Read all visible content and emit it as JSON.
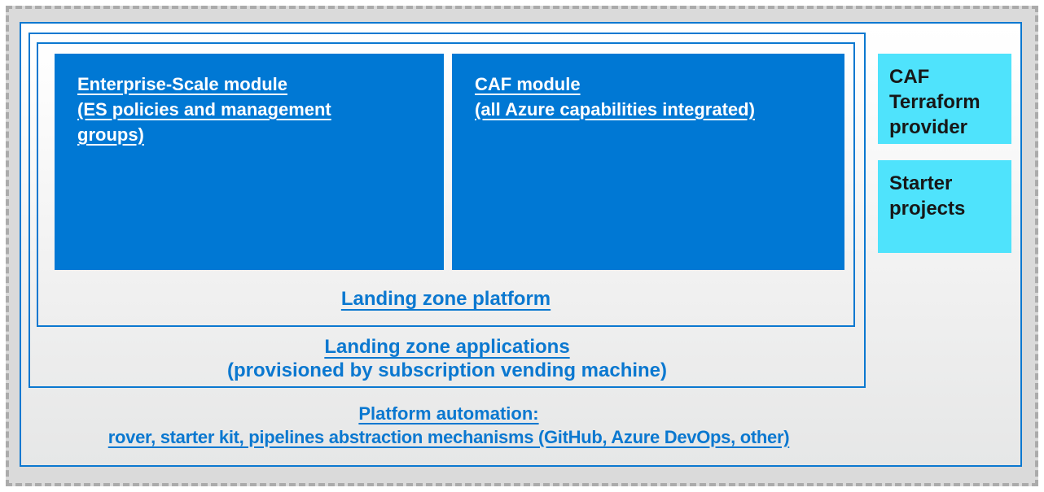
{
  "diagram": {
    "modules": {
      "es": {
        "title": "Enterprise-Scale module",
        "subtitle": "(ES policies and management groups)"
      },
      "caf": {
        "title": "CAF module",
        "subtitle": "(all Azure capabilities integrated)"
      }
    },
    "platform": {
      "label": "Landing zone platform"
    },
    "applications": {
      "label": "Landing zone applications",
      "sublabel": "(provisioned by subscription vending machine)"
    },
    "automation": {
      "label": "Platform automation:",
      "detail": "rover, starter kit, pipelines abstraction mechanisms (GitHub, Azure DevOps, other)"
    },
    "side_panels": {
      "caf_terraform_provider": "CAF Terraform provider",
      "starter_projects": "Starter projects"
    },
    "colors": {
      "module_fill": "#0078d4",
      "border_blue": "#0b78d0",
      "label_blue": "#0b78d0",
      "side_box_fill": "#4fe3fc",
      "side_box_text": "#171717",
      "margin_gray": "#dadada",
      "dashed_border_gray": "#ababab",
      "gradient_top": "#ffffff",
      "gradient_bottom": "#e6e7e7"
    }
  }
}
